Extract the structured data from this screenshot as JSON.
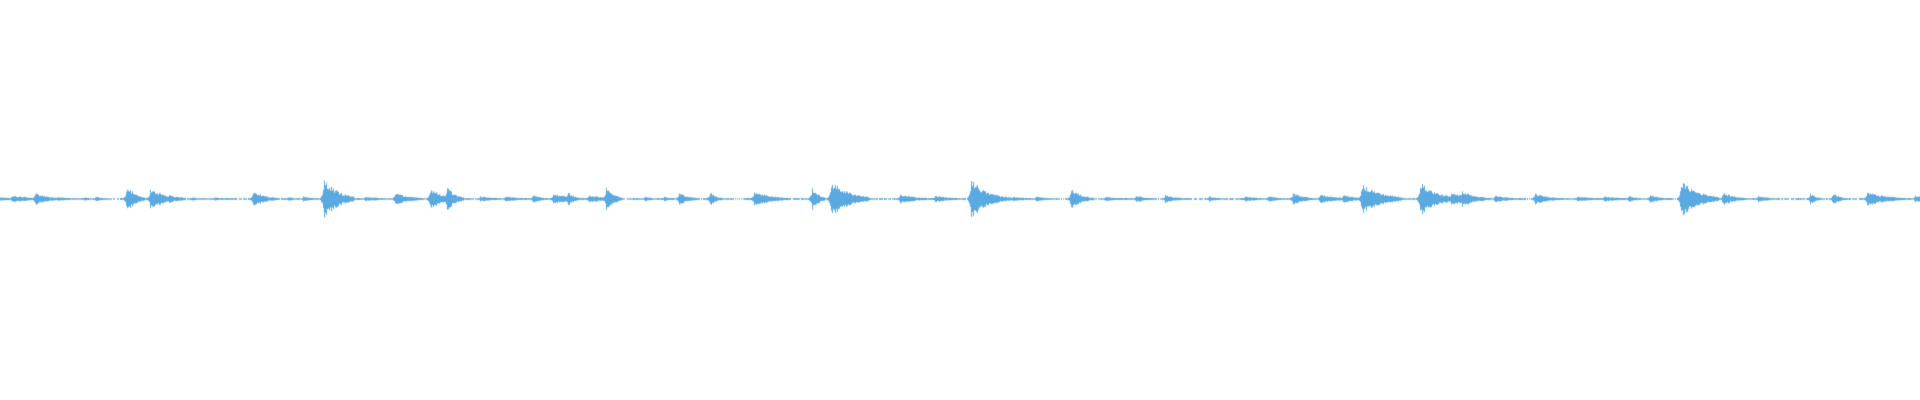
{
  "colors": {
    "background": "#ffffff",
    "waveform": "#5aa9e0"
  },
  "waveform": {
    "duration_fraction_events": [
      {
        "t": 0.0,
        "a": 0.05
      },
      {
        "t": 0.006,
        "a": 0.08
      },
      {
        "t": 0.01,
        "a": 0.06
      },
      {
        "t": 0.018,
        "a": 0.14
      },
      {
        "t": 0.03,
        "a": 0.05
      },
      {
        "t": 0.044,
        "a": 0.04
      },
      {
        "t": 0.05,
        "a": 0.06
      },
      {
        "t": 0.066,
        "a": 0.3
      },
      {
        "t": 0.078,
        "a": 0.22
      },
      {
        "t": 0.088,
        "a": 0.12
      },
      {
        "t": 0.1,
        "a": 0.04
      },
      {
        "t": 0.112,
        "a": 0.04
      },
      {
        "t": 0.132,
        "a": 0.18
      },
      {
        "t": 0.15,
        "a": 0.05
      },
      {
        "t": 0.158,
        "a": 0.06
      },
      {
        "t": 0.169,
        "a": 0.45
      },
      {
        "t": 0.19,
        "a": 0.06
      },
      {
        "t": 0.206,
        "a": 0.14
      },
      {
        "t": 0.224,
        "a": 0.24
      },
      {
        "t": 0.233,
        "a": 0.28
      },
      {
        "t": 0.25,
        "a": 0.06
      },
      {
        "t": 0.263,
        "a": 0.06
      },
      {
        "t": 0.278,
        "a": 0.09
      },
      {
        "t": 0.288,
        "a": 0.12
      },
      {
        "t": 0.296,
        "a": 0.16
      },
      {
        "t": 0.307,
        "a": 0.09
      },
      {
        "t": 0.316,
        "a": 0.3
      },
      {
        "t": 0.336,
        "a": 0.06
      },
      {
        "t": 0.346,
        "a": 0.06
      },
      {
        "t": 0.354,
        "a": 0.14
      },
      {
        "t": 0.37,
        "a": 0.16
      },
      {
        "t": 0.393,
        "a": 0.18
      },
      {
        "t": 0.423,
        "a": 0.26
      },
      {
        "t": 0.433,
        "a": 0.4
      },
      {
        "t": 0.45,
        "a": 0.04
      },
      {
        "t": 0.469,
        "a": 0.1
      },
      {
        "t": 0.487,
        "a": 0.08
      },
      {
        "t": 0.506,
        "a": 0.48
      },
      {
        "t": 0.517,
        "a": 0.12
      },
      {
        "t": 0.528,
        "a": 0.05
      },
      {
        "t": 0.54,
        "a": 0.06
      },
      {
        "t": 0.558,
        "a": 0.22
      },
      {
        "t": 0.576,
        "a": 0.05
      },
      {
        "t": 0.592,
        "a": 0.08
      },
      {
        "t": 0.607,
        "a": 0.09
      },
      {
        "t": 0.63,
        "a": 0.06
      },
      {
        "t": 0.649,
        "a": 0.06
      },
      {
        "t": 0.661,
        "a": 0.06
      },
      {
        "t": 0.674,
        "a": 0.14
      },
      {
        "t": 0.688,
        "a": 0.1
      },
      {
        "t": 0.7,
        "a": 0.09
      },
      {
        "t": 0.71,
        "a": 0.34
      },
      {
        "t": 0.724,
        "a": 0.06
      },
      {
        "t": 0.74,
        "a": 0.38
      },
      {
        "t": 0.756,
        "a": 0.16
      },
      {
        "t": 0.762,
        "a": 0.18
      },
      {
        "t": 0.779,
        "a": 0.08
      },
      {
        "t": 0.8,
        "a": 0.12
      },
      {
        "t": 0.822,
        "a": 0.06
      },
      {
        "t": 0.836,
        "a": 0.06
      },
      {
        "t": 0.849,
        "a": 0.07
      },
      {
        "t": 0.86,
        "a": 0.09
      },
      {
        "t": 0.876,
        "a": 0.4
      },
      {
        "t": 0.898,
        "a": 0.14
      },
      {
        "t": 0.916,
        "a": 0.08
      },
      {
        "t": 0.943,
        "a": 0.12
      },
      {
        "t": 0.955,
        "a": 0.14
      },
      {
        "t": 0.973,
        "a": 0.16
      },
      {
        "t": 0.985,
        "a": 0.06
      },
      {
        "t": 0.998,
        "a": 0.08
      }
    ]
  }
}
